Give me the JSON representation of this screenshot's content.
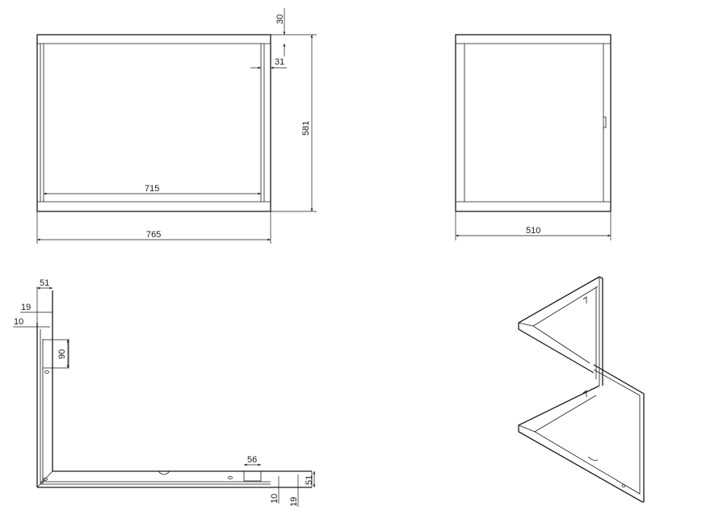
{
  "drawing": {
    "front_view": {
      "dim_top_bar": "30",
      "dim_side_bar": "31",
      "dim_height": "581",
      "dim_inner_width": "715",
      "dim_outer_width": "765"
    },
    "side_view": {
      "dim_depth": "510"
    },
    "profile_view": {
      "dim_51_top": "51",
      "dim_19_left": "19",
      "dim_10_left": "10",
      "dim_90": "90",
      "dim_56": "56",
      "dim_10_bottom": "10",
      "dim_19_bottom": "19",
      "dim_51_right": "51"
    },
    "isometric_view": {}
  }
}
